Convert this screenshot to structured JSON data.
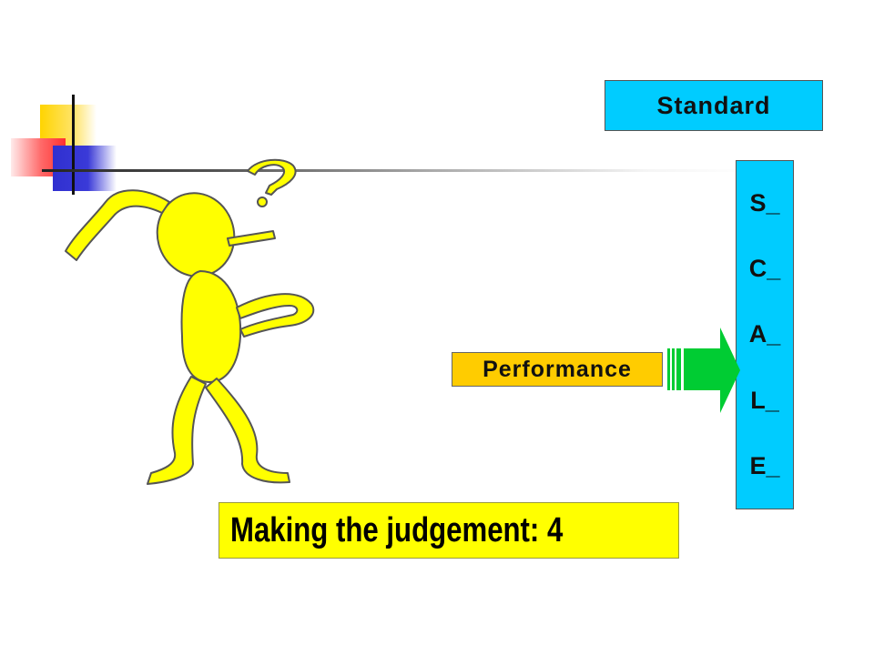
{
  "standard": {
    "label": "Standard"
  },
  "scale": {
    "letters": [
      "S_",
      "C_",
      "A_",
      "L_",
      "E_"
    ]
  },
  "performance": {
    "label": "Performance"
  },
  "judgement": {
    "text": "Making the judgement:  4"
  },
  "colors": {
    "standard_bg": "#00ccff",
    "performance_bg": "#ffcc00",
    "judgement_bg": "#ffff00",
    "arrow": "#00cc33",
    "figure": "#ffff00"
  },
  "icons": {
    "figure": "confused-stick-figure-icon",
    "arrow": "right-arrow-icon",
    "question": "question-mark-icon"
  }
}
